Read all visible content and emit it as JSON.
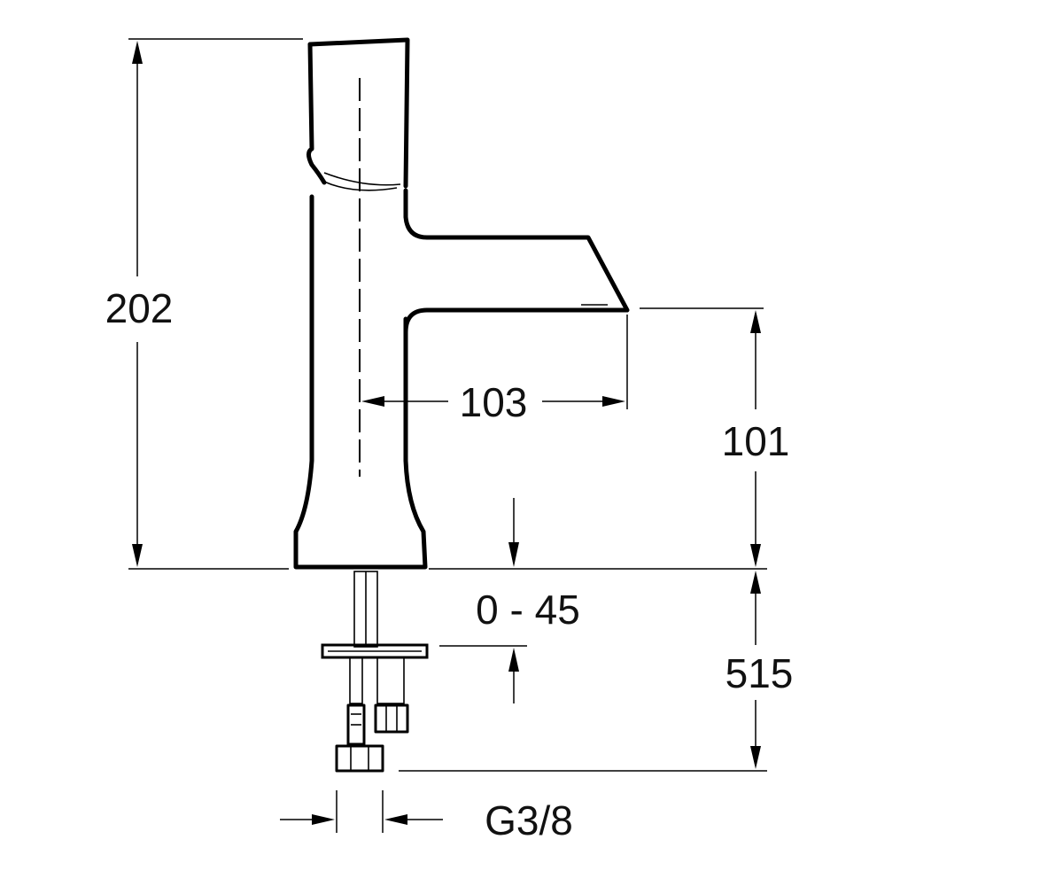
{
  "dimensions": {
    "total_height": "202",
    "spout_reach": "103",
    "spout_height": "101",
    "deck_thickness": "0 - 45",
    "tail_length": "515",
    "connection_thread": "G3/8"
  },
  "colors": {
    "line": "#000000",
    "background": "#ffffff"
  }
}
